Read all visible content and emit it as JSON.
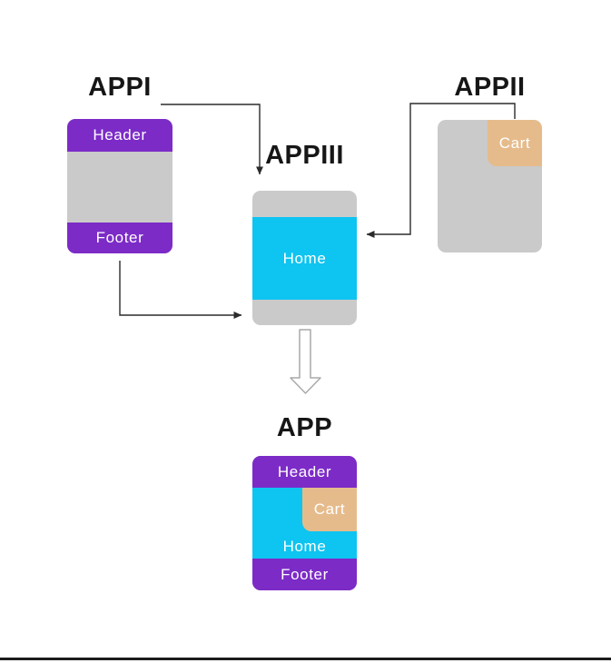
{
  "apps": {
    "appi": {
      "title": "APPI",
      "blocks": {
        "header": "Header",
        "footer": "Footer"
      }
    },
    "appii": {
      "title": "APPII",
      "blocks": {
        "cart": "Cart"
      }
    },
    "appiii": {
      "title": "APPIII",
      "blocks": {
        "home": "Home"
      }
    },
    "app": {
      "title": "APP",
      "blocks": {
        "header": "Header",
        "cart": "Cart",
        "home": "Home",
        "footer": "Footer"
      }
    }
  },
  "connections": [
    {
      "from": "APPI",
      "to": "APPIII",
      "style": "elbow-arrow"
    },
    {
      "from": "APPI",
      "to": "APPIII",
      "style": "elbow-arrow"
    },
    {
      "from": "APPII",
      "to": "APPIII",
      "style": "elbow-arrow"
    },
    {
      "from": "APPIII",
      "to": "APP",
      "style": "big-hollow-arrow"
    }
  ],
  "colors": {
    "purple": "#7c2bc7",
    "cyan": "#0ec4f1",
    "tan": "#e6bb8b",
    "gray": "#cacaca",
    "arrow": "#2b2b2b",
    "big_arrow_outline": "#a9a9a9",
    "title": "#161616",
    "label_text": "#ffffff",
    "rule": "#1c1c1c",
    "background": "#ffffff"
  }
}
